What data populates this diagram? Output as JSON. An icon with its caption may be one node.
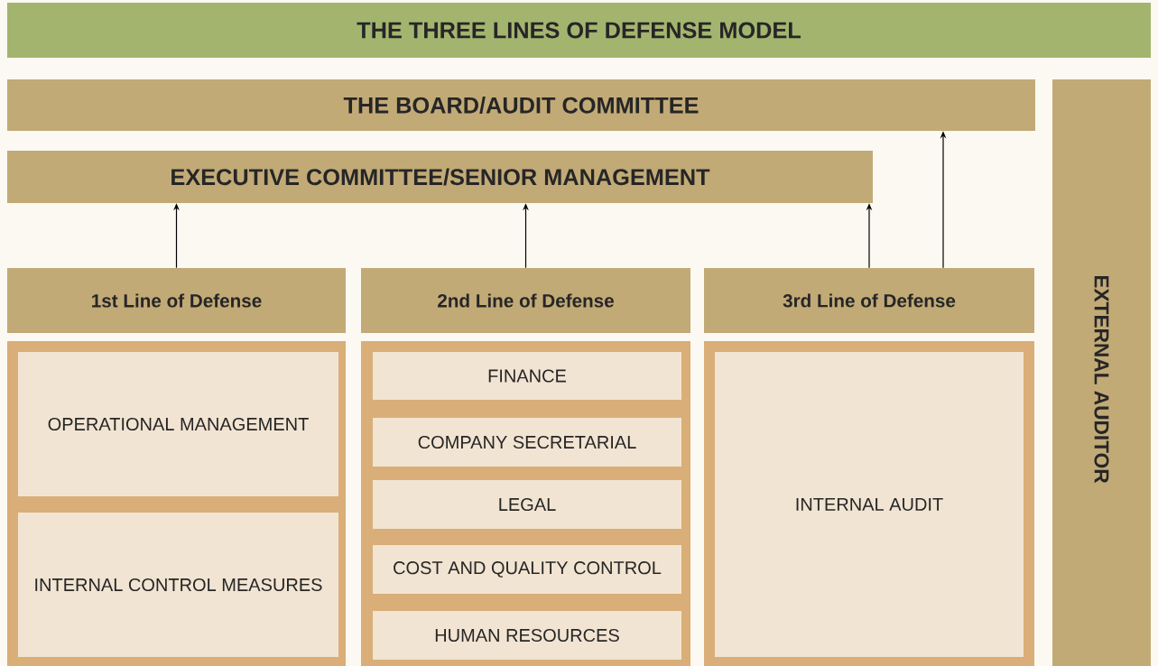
{
  "diagram": {
    "title": "THE THREE LINES OF DEFENSE MODEL",
    "nodes": [
      {
        "text": [
          "THE BOARD/AUDIT COMMITTEE"
        ]
      },
      {
        "text": [
          "EXECUTIVE COMMITTEE/SENIOR MANAGEMENT"
        ]
      },
      {
        "text": [
          "1st Line of Defense"
        ]
      },
      {
        "text": [
          "2nd Line of Defense"
        ]
      },
      {
        "text": [
          "3rd Line of Defense"
        ]
      },
      {
        "text": [
          "EXTERNAL AUDITOR"
        ]
      },
      {
        "text": [],
        "shape": "box"
      },
      {
        "text": [
          "OPERATIONAL MANAGEMENT"
        ],
        "in": 6
      },
      {
        "text": [
          "INTERNAL CONTROL MEASURES"
        ],
        "in": 6
      },
      {
        "text": [],
        "shape": "box"
      },
      {
        "text": [
          "FINANCE"
        ],
        "in": 9
      },
      {
        "text": [
          "COMPANY SECRETARIAL"
        ],
        "in": 9
      },
      {
        "text": [
          "LEGAL"
        ],
        "in": 9
      },
      {
        "text": [
          "COST AND QUALITY CONTROL"
        ],
        "in": 9
      },
      {
        "text": [
          "HUMAN RESOURCES"
        ],
        "in": 9
      },
      {
        "text": [],
        "shape": "box"
      },
      {
        "text": [
          "INTERNAL AUDIT"
        ],
        "in": 15
      }
    ],
    "edges": [
      {
        "from": 2,
        "to": 1,
        "arrow": "to"
      },
      {
        "from": 3,
        "to": 1,
        "arrow": "to"
      },
      {
        "from": 4,
        "to": 1,
        "arrow": "to"
      },
      {
        "from": 4,
        "to": 0,
        "arrow": "to"
      }
    ]
  }
}
